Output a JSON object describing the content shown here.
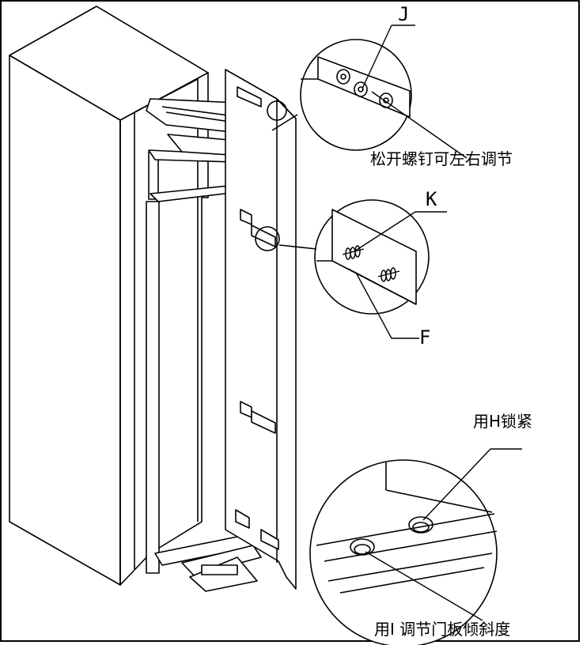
{
  "labels": {
    "j": "J",
    "k": "K",
    "f": "F",
    "callout_top": "松开螺钉可左右调节",
    "callout_lock": "用H锁紧",
    "callout_adjust": "用I 调节门板倾斜度"
  }
}
